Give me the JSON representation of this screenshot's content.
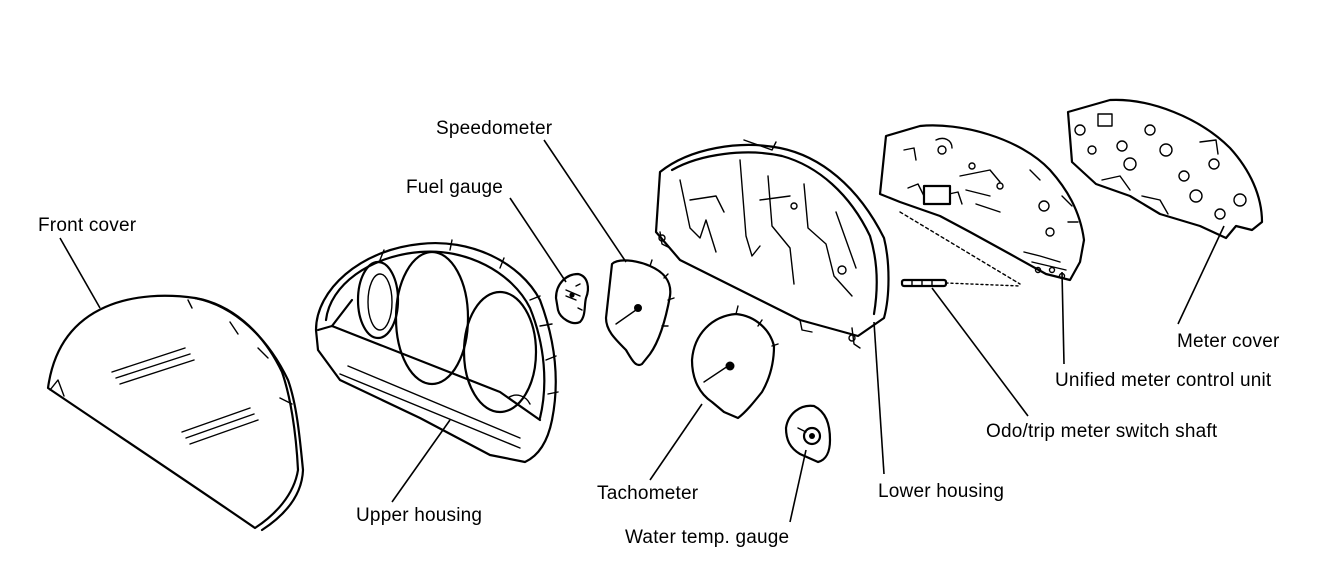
{
  "labels": {
    "front_cover": "Front cover",
    "upper_housing": "Upper housing",
    "fuel_gauge": "Fuel gauge",
    "speedometer": "Speedometer",
    "tachometer": "Tachometer",
    "water_temp_gauge": "Water temp. gauge",
    "lower_housing": "Lower housing",
    "odo_trip_shaft": "Odo/trip meter switch shaft",
    "unified_meter_control_unit": "Unified meter control unit",
    "meter_cover": "Meter cover"
  }
}
